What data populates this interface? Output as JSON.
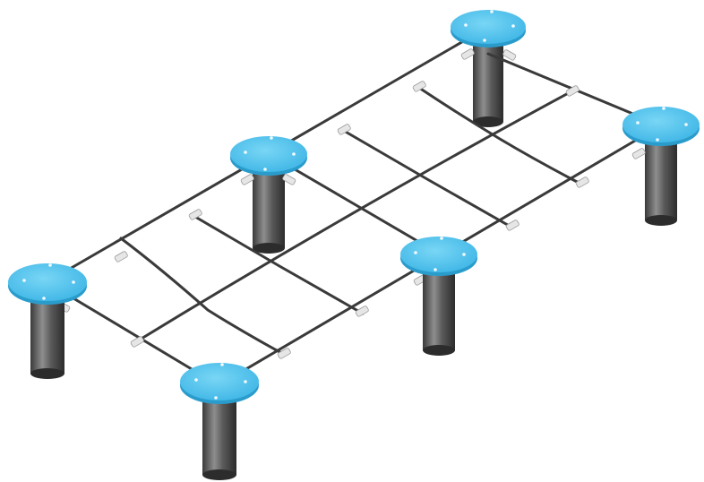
{
  "scene": {
    "subject": "rope-grid-with-posts",
    "post_count": 6,
    "grid": {
      "columns": 4,
      "rows": 2
    },
    "colors": {
      "background": "#ffffff",
      "post_top": "#57c6ee",
      "post_top_edge": "#2a9ccc",
      "post_body_light": "#8e8e8e",
      "post_body_mid": "#5a5a5a",
      "post_body_dark": "#2c2c2c",
      "rope": "#3a3a3a",
      "connector": "#e6e6e6",
      "bolt": "#f4fbff"
    }
  }
}
